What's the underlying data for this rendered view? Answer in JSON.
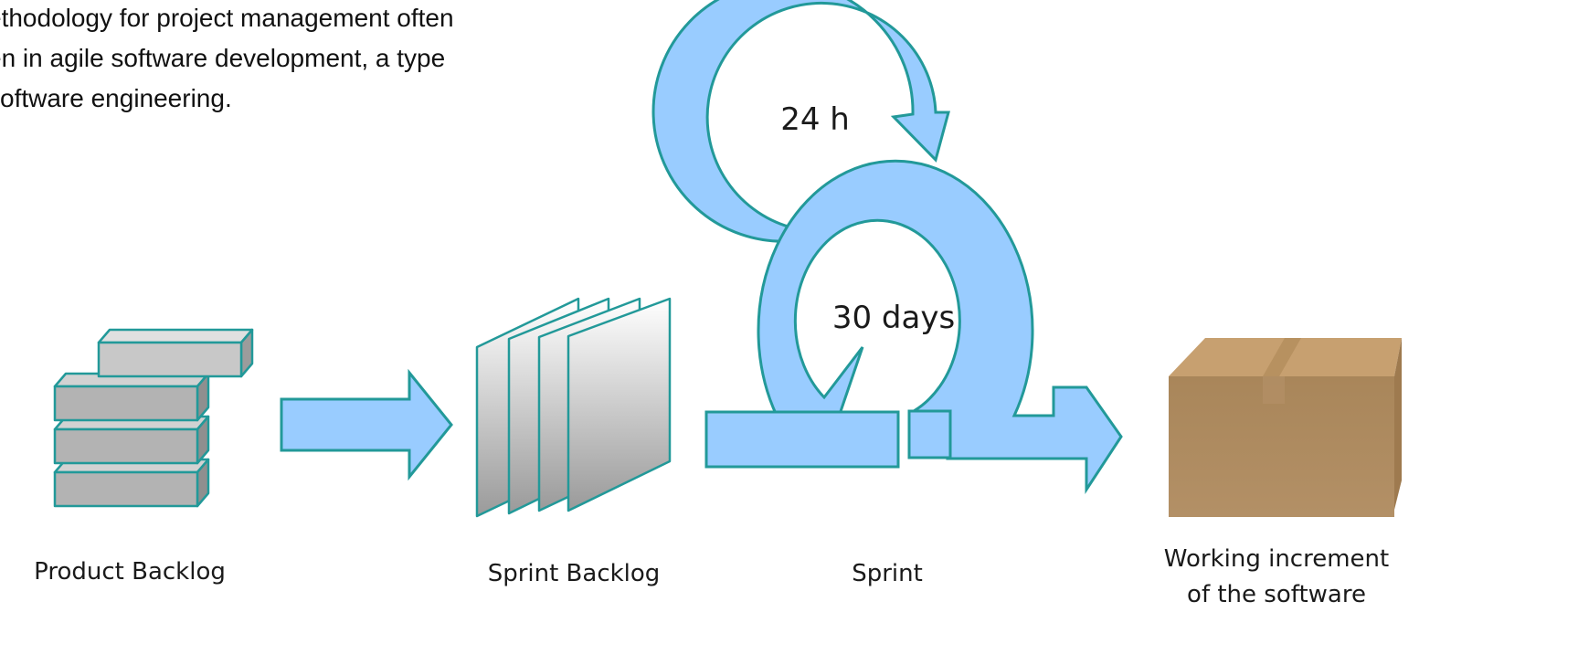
{
  "intro": {
    "lines": [
      "ethodology for project management often",
      "en in agile software development, a type",
      "software engineering."
    ]
  },
  "diagram": {
    "daily_cycle_label": "24 h",
    "sprint_cycle_label": "30 days",
    "stages": {
      "product_backlog": "Product Backlog",
      "sprint_backlog": "Sprint Backlog",
      "sprint": "Sprint",
      "increment_line1": "Working increment",
      "increment_line2": "of the software"
    }
  },
  "colors": {
    "arrow_fill": "#99ccff",
    "arrow_stroke": "#229999",
    "block_fill": "#b3b3b3",
    "box_fill": "#b08a5a"
  },
  "icons": [
    "product-backlog-stack-icon",
    "sprint-backlog-sheets-icon",
    "shipping-box-icon"
  ]
}
